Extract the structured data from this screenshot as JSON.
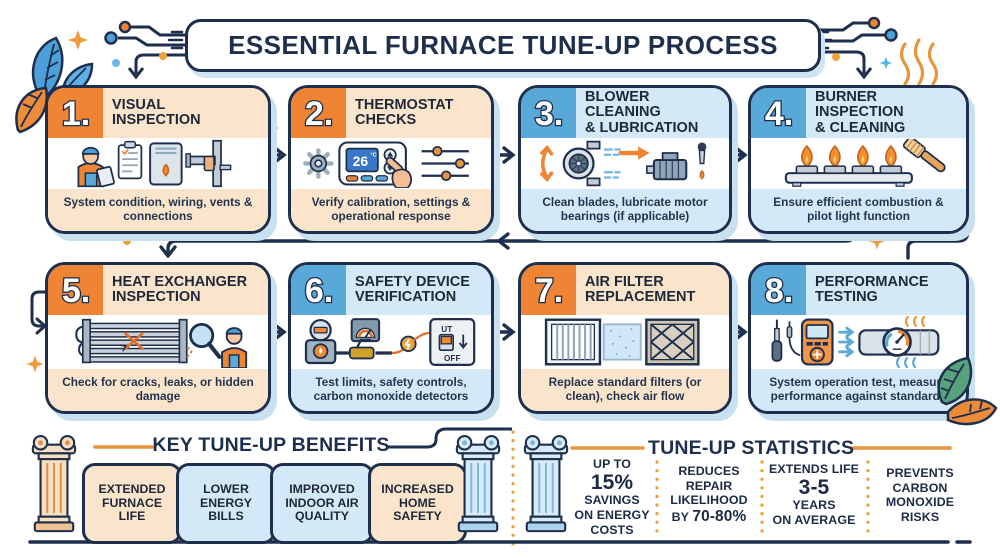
{
  "header": {
    "title": "ESSENTIAL FURNACE TUNE-UP PROCESS"
  },
  "colors": {
    "navy": "#1e2f4d",
    "orange": "#ee8434",
    "peach": "#fbe4cc",
    "blue": "#58a8d8",
    "light_blue": "#d3e9f7",
    "card_shadow": "#c8e0f0",
    "dotted_divider": "#e8a13c",
    "leaf_green": "#57a17c",
    "leaf_orange": "#ec8b3a"
  },
  "steps": [
    {
      "num": "1.",
      "line1": "VISUAL",
      "line2": "INSPECTION",
      "desc": "System condition, wiring, vents & connections",
      "accent": "orange"
    },
    {
      "num": "2.",
      "line1": "THERMOSTAT",
      "line2": "CHECKS",
      "desc": "Verify calibration, settings & operational response",
      "accent": "orange",
      "display": "26",
      "unit": "°C"
    },
    {
      "num": "3.",
      "line1": "BLOWER CLEANING",
      "line2": "& LUBRICATION",
      "desc": "Clean blades, lubricate motor bearings (if applicable)",
      "accent": "blue"
    },
    {
      "num": "4.",
      "line1": "BURNER INSPECTION",
      "line2": "& CLEANING",
      "desc": "Ensure efficient combustion & pilot light function",
      "accent": "blue"
    },
    {
      "num": "5.",
      "line1": "HEAT EXCHANGER",
      "line2": "INSPECTION",
      "desc": "Check for cracks, leaks, or hidden damage",
      "accent": "orange"
    },
    {
      "num": "6.",
      "line1": "SAFETY DEVICE",
      "line2": "VERIFICATION",
      "desc": "Test limits, safety controls, carbon monoxide detectors",
      "accent": "blue",
      "switch_top": "UT",
      "switch_bottom": "OFF"
    },
    {
      "num": "7.",
      "line1": "AIR FILTER",
      "line2": "REPLACEMENT",
      "desc": "Replace standard filters (or clean), check air flow",
      "accent": "orange"
    },
    {
      "num": "8.",
      "line1": "PERFORMANCE",
      "line2": "TESTING",
      "desc": "System operation test, measure performance against standards",
      "accent": "blue"
    }
  ],
  "benefits": {
    "heading": "KEY TUNE-UP BENEFITS",
    "items": [
      {
        "label": "EXTENDED FURNACE LIFE",
        "tone": "peach"
      },
      {
        "label": "LOWER ENERGY BILLS",
        "tone": "blue"
      },
      {
        "label": "IMPROVED INDOOR AIR QUALITY",
        "tone": "blue"
      },
      {
        "label": "INCREASED HOME SAFETY",
        "tone": "peach"
      }
    ]
  },
  "statistics": {
    "heading": "TUNE-UP STATISTICS",
    "stat1": {
      "top": "UP TO",
      "value": "15%",
      "b1": "SAVINGS",
      "b2": "ON ENERGY",
      "b3": "COSTS"
    },
    "stat2": {
      "l1": "REDUCES",
      "l2": "REPAIR",
      "l3": "LIKELIHOOD",
      "prefix": "BY",
      "value": "70-80%"
    },
    "stat3": {
      "top": "EXTENDS LIFE",
      "value": "3-5",
      "b1": "YEARS",
      "b2": "ON AVERAGE"
    },
    "stat4": {
      "l1": "PREVENTS",
      "l2": "CARBON",
      "l3": "MONOXIDE",
      "l4": "RISKS"
    }
  }
}
